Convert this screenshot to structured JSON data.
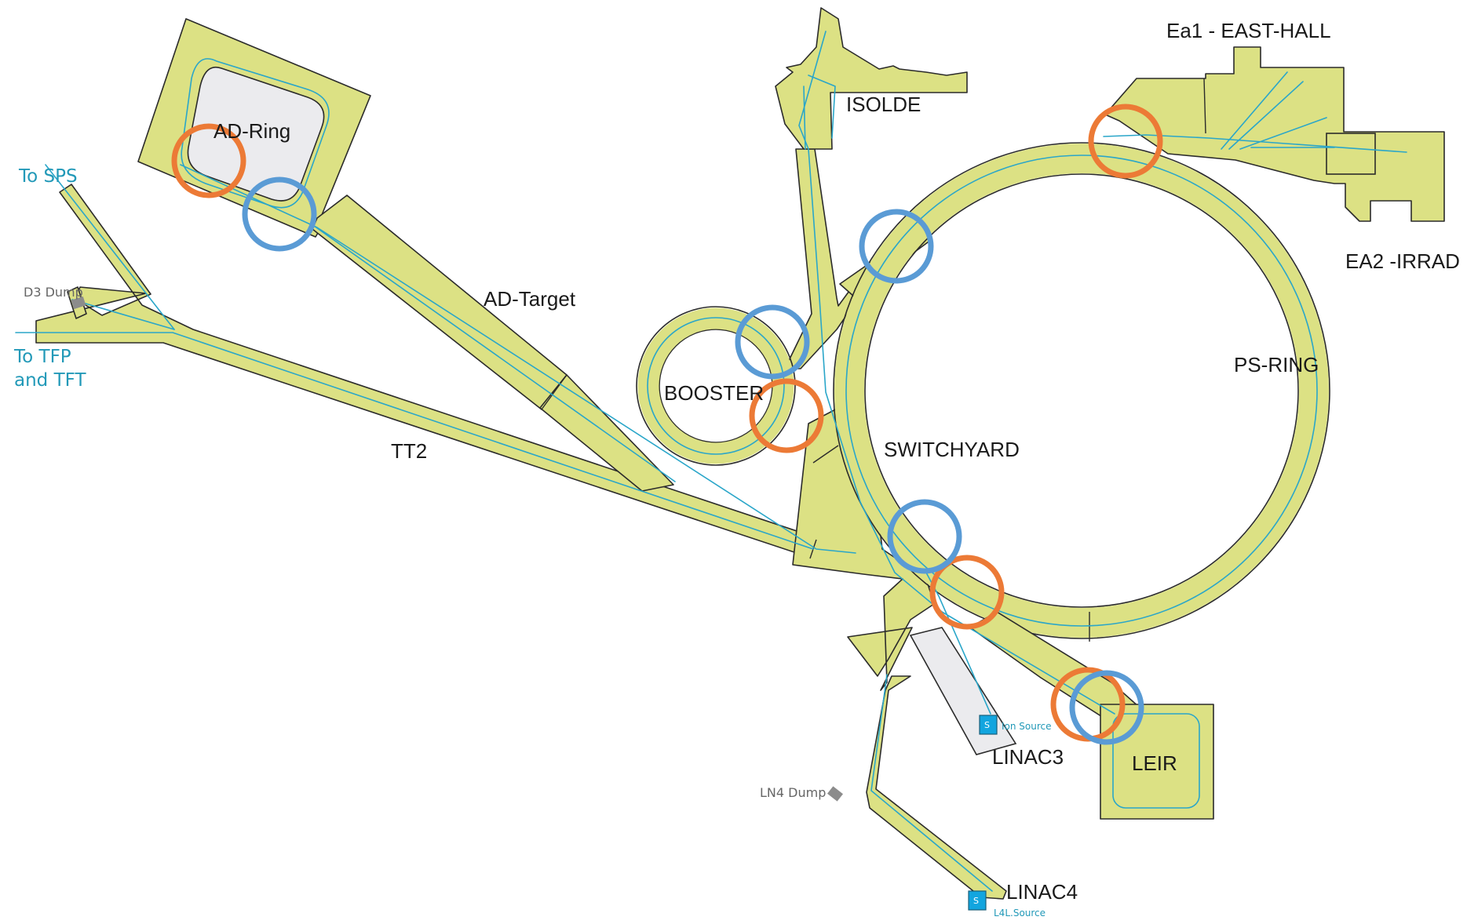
{
  "colors": {
    "fill": "#dce184",
    "beam": "#2aa6c9",
    "teal": "#2299b8",
    "orange": "#ec7a36",
    "blue": "#5a9bd5",
    "source_box": "#12a5df"
  },
  "labels": {
    "ad_ring": "AD-Ring",
    "ad_target": "AD-Target",
    "to_sps": "To SPS",
    "d3_dump": "D3 Dump",
    "to_tfp_line1": "To TFP",
    "to_tfp_line2": "and TFT",
    "tt2": "TT2",
    "booster": "BOOSTER",
    "isolde": "ISOLDE",
    "switchyard": "SWITCHYARD",
    "ps_ring": "PS-RING",
    "ea1": "Ea1 - EAST-HALL",
    "ea2": "EA2 -IRRAD",
    "linac3": "LINAC3",
    "ion_source": "Ion Source",
    "leir": "LEIR",
    "ln4_dump": "LN4 Dump",
    "linac4": "LINAC4",
    "l4l_source": "L4L.Source",
    "source_mark": "S"
  }
}
